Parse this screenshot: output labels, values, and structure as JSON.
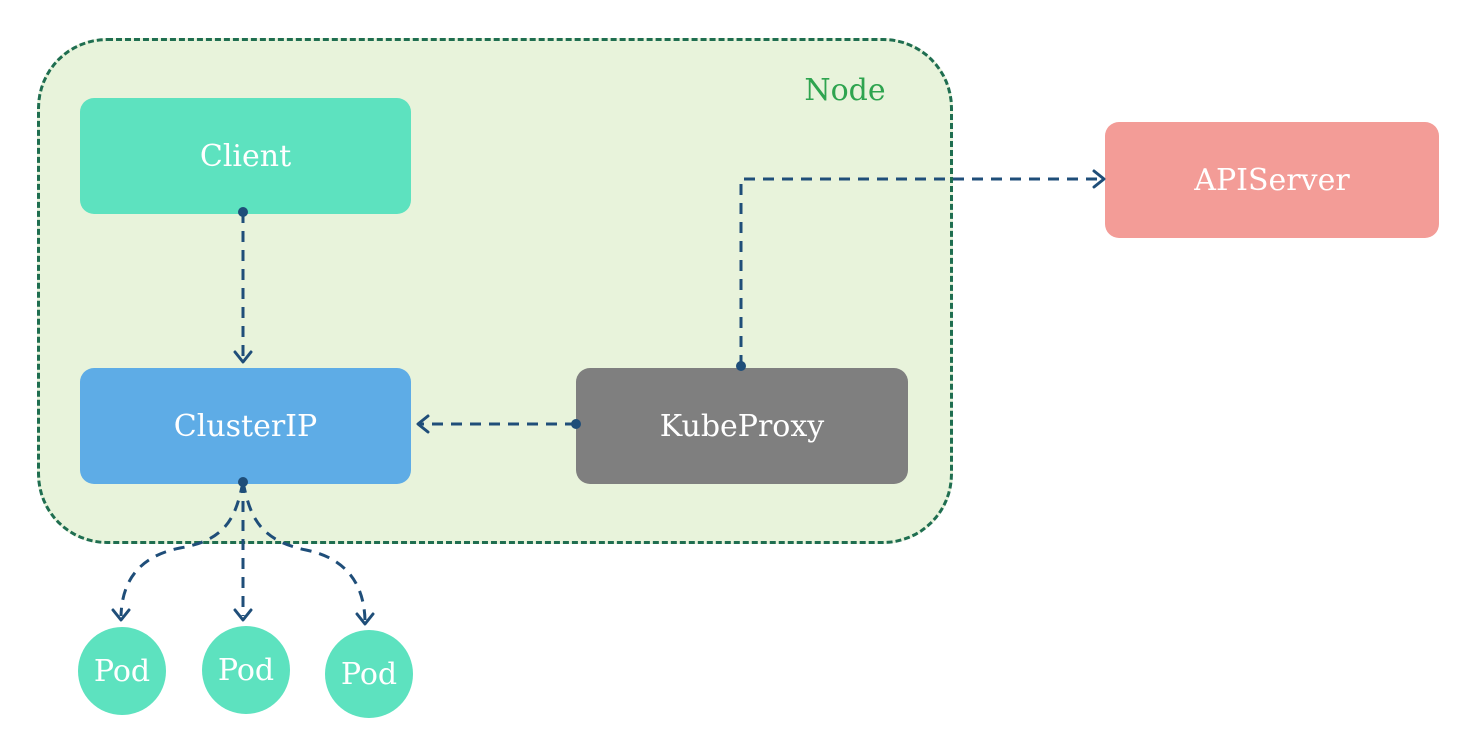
{
  "node": {
    "label": "Node"
  },
  "boxes": {
    "client": "Client",
    "clusterip": "ClusterIP",
    "kubeproxy": "KubeProxy",
    "apiserver": "APIServer"
  },
  "pods": [
    "Pod",
    "Pod",
    "Pod"
  ],
  "colors": {
    "node_border": "#1f6e50",
    "node_fill": "#e8f3db",
    "node_label": "#2ea44f",
    "client": "#5de2bf",
    "clusterip": "#5eace6",
    "kubeproxy": "#7f7f7f",
    "apiserver": "#f39c97",
    "pod": "#5de2bf",
    "connector": "#1f4e79"
  }
}
